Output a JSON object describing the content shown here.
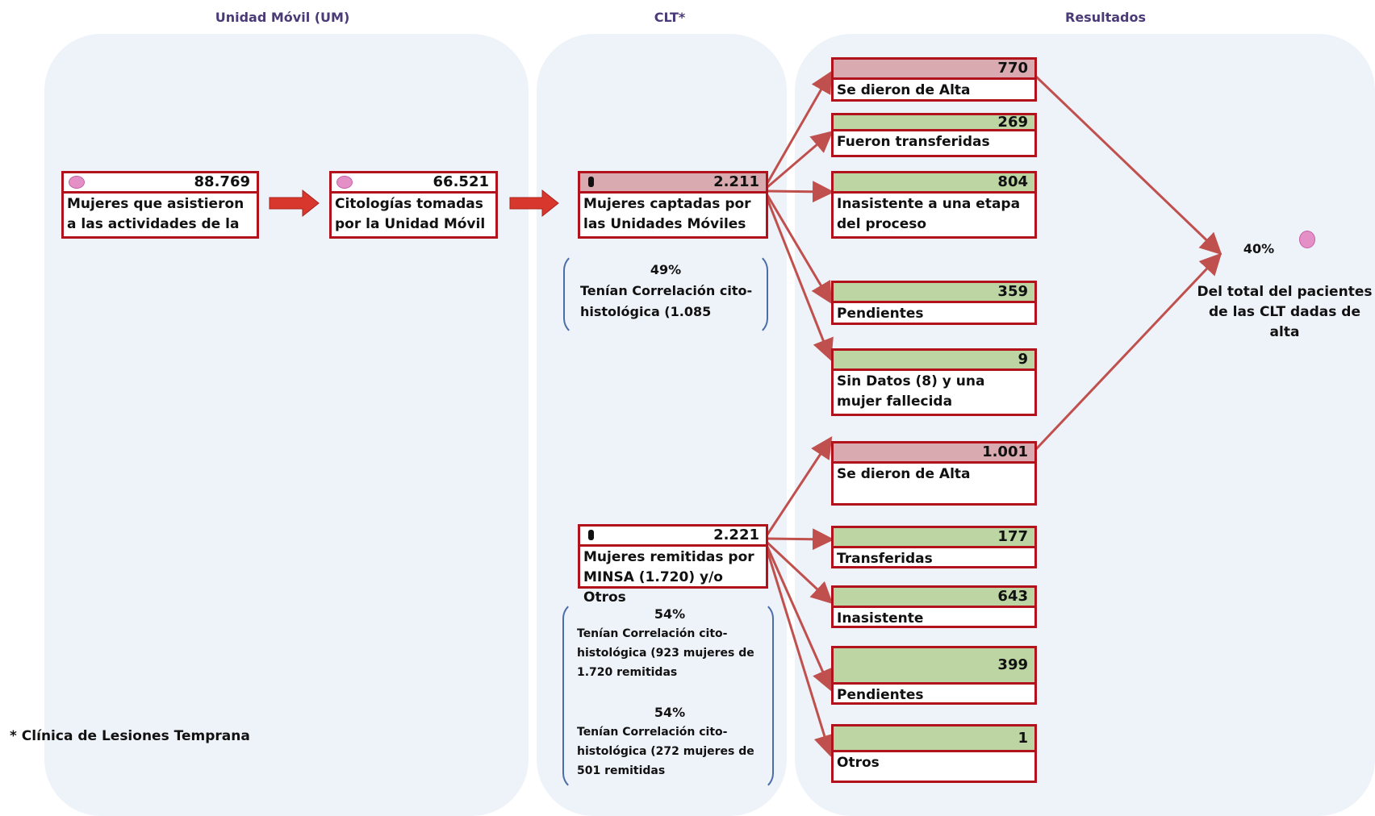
{
  "headers": {
    "um": "Unidad Móvil (UM)",
    "clt": "CLT*",
    "results": "Resultados"
  },
  "um_boxes": [
    {
      "value": "88.769",
      "label": "Mujeres que asistieron a las actividades de la"
    },
    {
      "value": "66.521",
      "label": "Citologías tomadas por la Unidad Móvil"
    }
  ],
  "clt_boxes": [
    {
      "value": "2.211",
      "label": "Mujeres captadas por las Unidades Móviles"
    },
    {
      "value": "2.221",
      "label": "Mujeres remitidas por MINSA (1.720) y/o Otros"
    }
  ],
  "notes": {
    "n1_pct": "49%",
    "n1_text": "Tenían Correlación cito-histológica (1.085",
    "n2_pct": "54%",
    "n2_text": "Tenían Correlación cito-histológica (923 mujeres de 1.720 remitidas",
    "n3_pct": "54%",
    "n3_text": "Tenían Correlación cito-histológica (272 mujeres de 501 remitidas"
  },
  "results_top": [
    {
      "value": "770",
      "label": "Se dieron de Alta"
    },
    {
      "value": "269",
      "label": "Fueron transferidas"
    },
    {
      "value": "804",
      "label": "Inasistente a una etapa del proceso"
    },
    {
      "value": "359",
      "label": "Pendientes"
    },
    {
      "value": "9",
      "label": "Sin Datos (8) y una mujer fallecida"
    }
  ],
  "results_bottom": [
    {
      "value": "1.001",
      "label": "Se dieron de Alta"
    },
    {
      "value": "177",
      "label": "Transferidas"
    },
    {
      "value": "643",
      "label": "Inasistente"
    },
    {
      "value": "399",
      "label": "Pendientes"
    },
    {
      "value": "1",
      "label": "Otros"
    }
  ],
  "summary": {
    "pct": "40%",
    "text": "Del total del pacientes de las CLT dadas de alta"
  },
  "footnote": "* Clínica de Lesiones Temprana",
  "colors": {
    "box_border": "#b1121c",
    "pink": "#d9aab0",
    "green": "#bcd5a3",
    "arrow": "#c0504d",
    "panel": "#eef2f9"
  }
}
